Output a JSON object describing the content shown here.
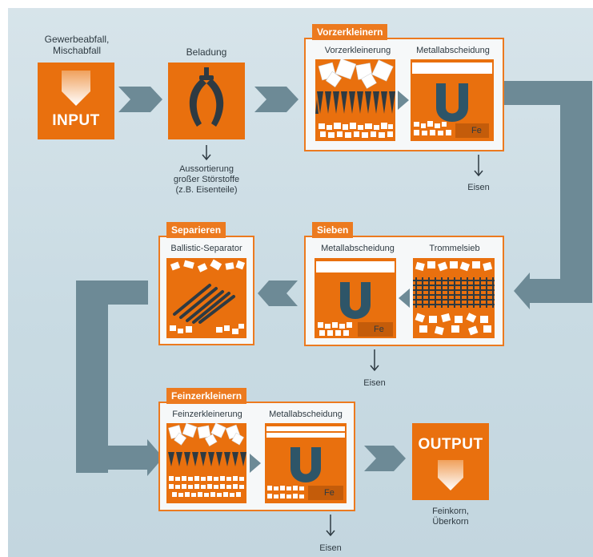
{
  "input": {
    "caption": "Gewerbeabfall,\nMischabfall",
    "label": "INPUT"
  },
  "beladung": {
    "title": "Beladung",
    "note": "Aussortierung\ngroßer Störstoffe\n(z.B. Eisenteile)"
  },
  "vorzerkleinern": {
    "tab": "Vorzerkleinern",
    "step1": "Vorzerkleinerung",
    "step2": "Metallabscheidung",
    "fe": "Fe",
    "output": "Eisen"
  },
  "sieben": {
    "tab": "Sieben",
    "step1": "Metallabscheidung",
    "step2": "Trommelsieb",
    "fe": "Fe",
    "output": "Eisen"
  },
  "separieren": {
    "tab": "Separieren",
    "step1": "Ballistic-Separator"
  },
  "feinzerkleinern": {
    "tab": "Feinzerkleinern",
    "step1": "Feinzerkleinerung",
    "step2": "Metallabscheidung",
    "fe": "Fe",
    "output": "Eisen"
  },
  "output": {
    "label": "OUTPUT",
    "caption": "Feinkorn,\nÜberkorn"
  },
  "colors": {
    "orange": "#e9700e",
    "arrow": "#6d8a96",
    "background": "#cbdce4"
  }
}
